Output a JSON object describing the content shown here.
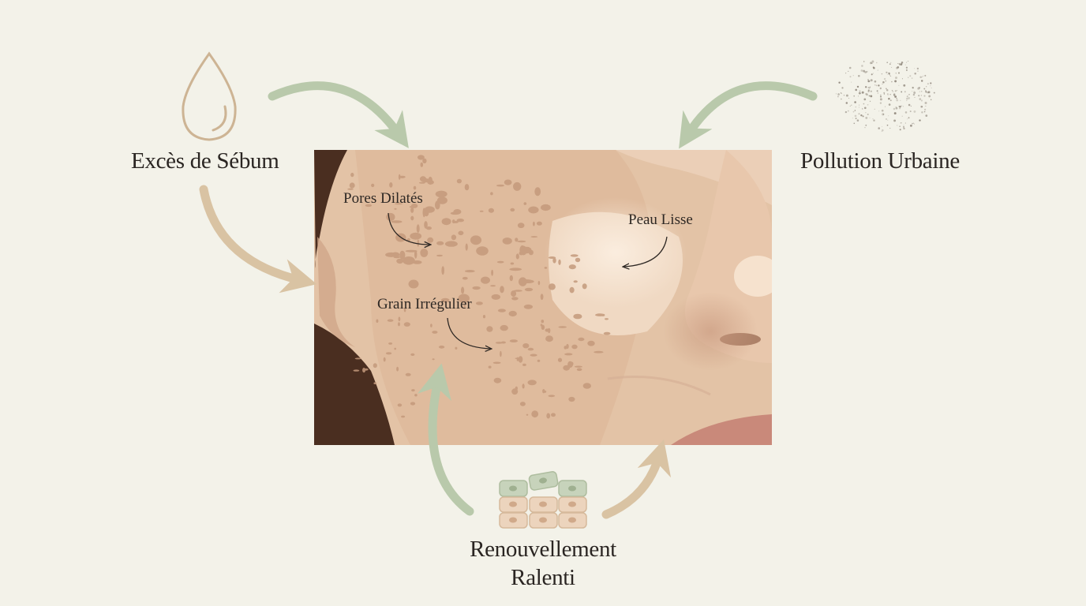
{
  "factors": {
    "sebum": "Excès de Sébum",
    "pollution": "Pollution Urbaine",
    "renewal_line1": "Renouvellement",
    "renewal_line2": "Ralenti"
  },
  "skin_annotations": {
    "pores": "Pores Dilatés",
    "smooth": "Peau Lisse",
    "grain": "Grain Irrégulier"
  },
  "colors": {
    "background": "#f3f2e9",
    "arrow_green": "#b9c9ab",
    "arrow_tan": "#d9c3a3",
    "skin_base": "#e3c3a6",
    "skin_light": "#f0d9c3",
    "hair_dark": "#4a2e20",
    "droplet_stroke": "#cdb494"
  },
  "icons": {
    "sebum": "oil-droplet-icon",
    "pollution": "particle-cloud-icon",
    "renewal": "skin-cells-icon"
  }
}
